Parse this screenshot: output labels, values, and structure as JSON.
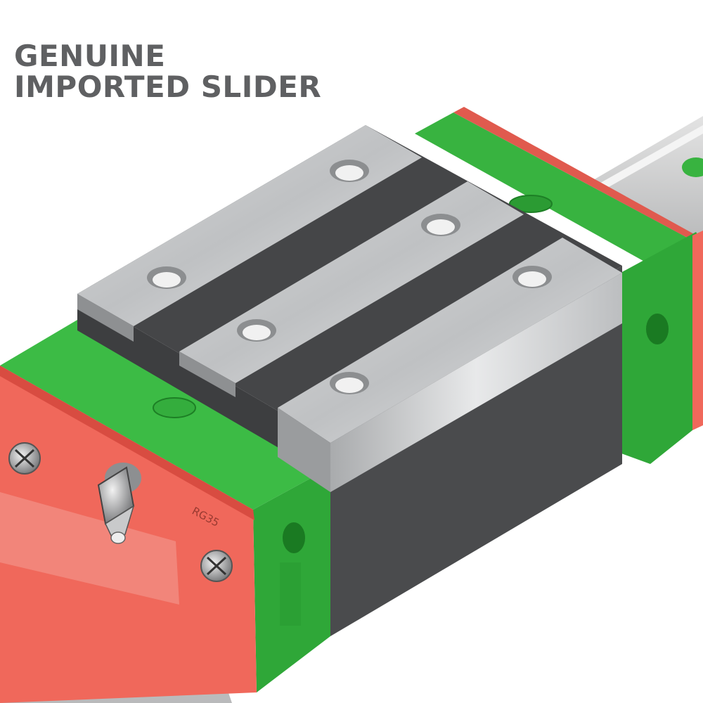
{
  "headline": {
    "line1": "GENUINE",
    "line2": "IMPORTED SLIDER"
  },
  "model_stamp": "RG35",
  "colors": {
    "green": "#38b340",
    "green_dark": "#23902c",
    "end_cap": "#f0685b",
    "steel": "#c5c7c9",
    "block_dark": "#4a4b4d",
    "headline": "#5f6062"
  }
}
